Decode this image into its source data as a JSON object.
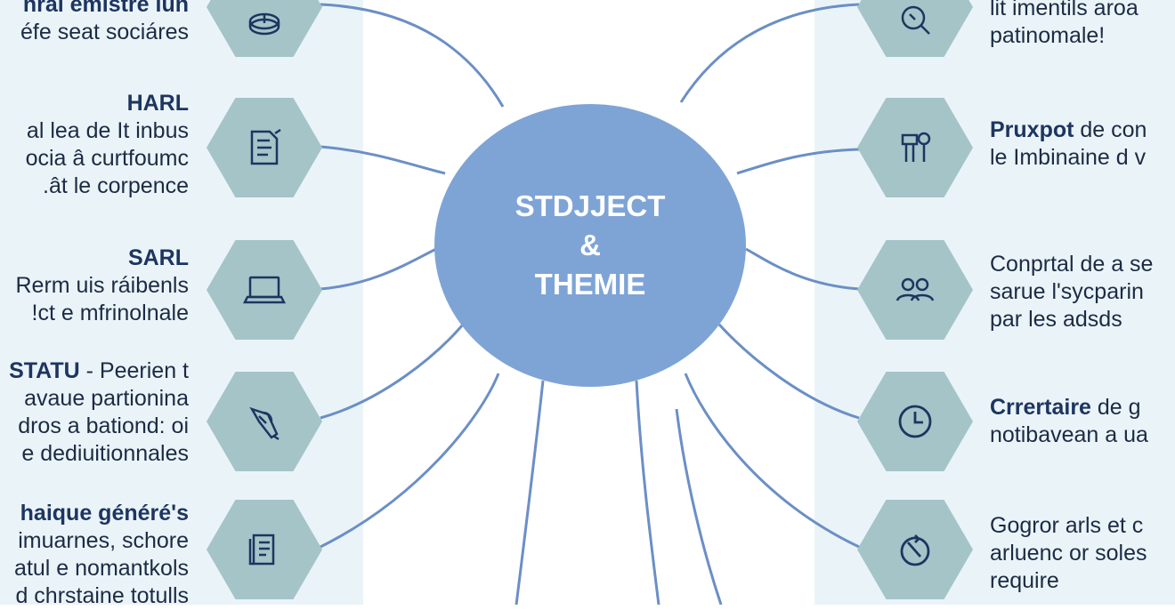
{
  "center": {
    "line1": "STDJJECT",
    "line2": "&",
    "line3": "THEMIE"
  },
  "left_items": [
    {
      "icon": "coin-icon",
      "heading": "",
      "lead": "",
      "lines": [
        "nral emistre lun",
        "éfe seat sociáres"
      ]
    },
    {
      "icon": "document-scroll-icon",
      "heading": "HARL",
      "lead": "",
      "lines": [
        "al lea de It inbus",
        "ocia â curtfoumc",
        "ât le corpence."
      ]
    },
    {
      "icon": "laptop-icon",
      "heading": "SARL",
      "lead": "",
      "lines": [
        "Rerm uis ráibenls",
        "ct e mfrinolnale!"
      ]
    },
    {
      "icon": "rocket-icon",
      "heading": "",
      "lead": "STATU",
      "lead_rest": " - Peerien t",
      "lines": [
        "avaue partionina",
        "dros a bationd: oi",
        "e dediuitionnales"
      ]
    },
    {
      "icon": "notepad-icon",
      "heading": "",
      "lead": "haique généré's",
      "lead_rest": "",
      "lines": [
        "imuarnes, schore",
        "atul e nomantkols",
        "d chrstaine totulls"
      ]
    }
  ],
  "right_items": [
    {
      "icon": "magnifier-icon",
      "lead": "",
      "lead_rest": "",
      "lines": [
        "lit imentils aroa",
        "patinomale!"
      ]
    },
    {
      "icon": "tools-icon",
      "lead": "Pruxpot",
      "lead_rest": " de con",
      "lines": [
        "le Imbinaine d v"
      ]
    },
    {
      "icon": "people-icon",
      "lead": "",
      "lead_rest": "",
      "lines": [
        "Conprtal de a se",
        "sarue l'sycparin",
        "par les adsds"
      ]
    },
    {
      "icon": "clock-icon",
      "lead": "Crrertaire",
      "lead_rest": " de g",
      "lines": [
        "notibavean a ua"
      ]
    },
    {
      "icon": "refresh-icon",
      "lead": "",
      "lead_rest": "",
      "lines": [
        "Gogror arls et c",
        "arluenc or soles",
        "require"
      ]
    }
  ],
  "colors": {
    "hex": "#a4c4c8",
    "center": "#7ea4d6",
    "link": "#6b8fc6",
    "icon": "#1d3560",
    "panel": "#eaf4f8"
  }
}
